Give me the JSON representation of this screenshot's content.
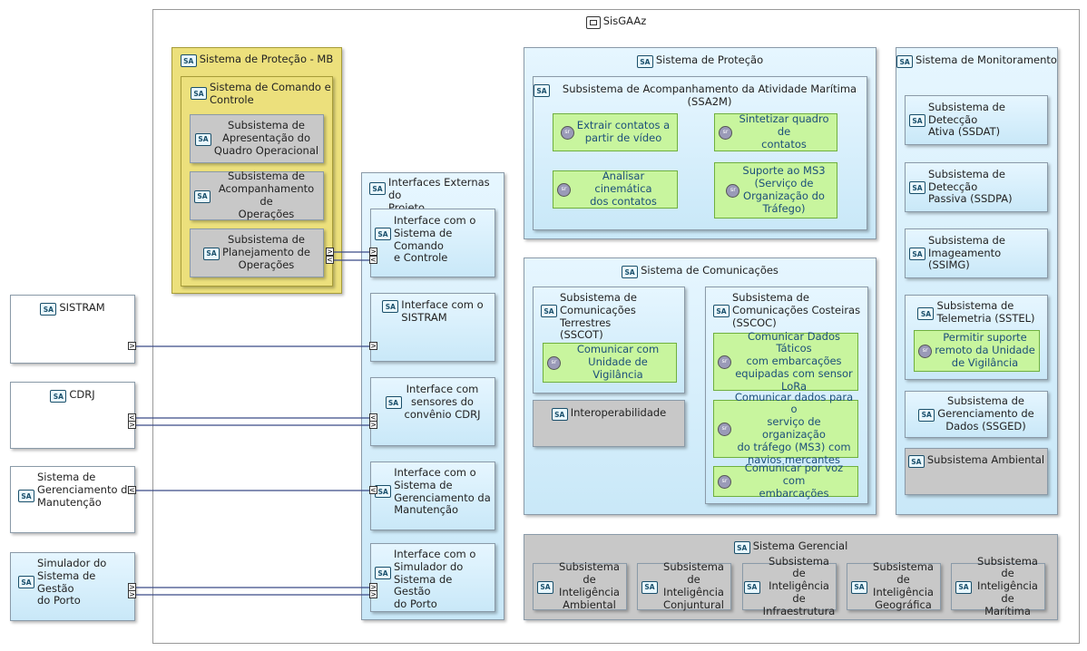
{
  "icons": {
    "subsystem": "SA",
    "function": "sr"
  },
  "root": {
    "title": "SisGAAz"
  },
  "mb": {
    "title": "Sistema de Proteção - MB",
    "comando": {
      "title": "Sistema de Comando e\nControle",
      "items": [
        "Subsistema de\nApresentação do\nQuadro Operacional",
        "Subsistema de\nAcompanhamento de\nOperações",
        "Subsistema de\nPlanejamento de\nOperações"
      ]
    }
  },
  "interfaces": {
    "title": "Interfaces Externas do\nProjeto",
    "items": [
      "Interface com o\nSistema de Comando\ne Controle",
      "Interface com o\nSISTRAM",
      "Interface com\nsensores do\nconvênio CDRJ",
      "Interface com o\nSistema de\nGerenciamento da\nManutenção",
      "Interface com o\nSimulador do\nSistema de Gestão\ndo Porto"
    ]
  },
  "external": [
    "SISTRAM",
    "CDRJ",
    "Sistema de\nGerenciamento da\nManutenção",
    "Simulador do\nSistema de Gestão\ndo Porto"
  ],
  "protecao": {
    "title": "Sistema de Proteção",
    "ssa2m": {
      "title": "Subsistema de Acompanhamento da Atividade Marítima (SSA2M)",
      "functions": [
        "Extrair contatos a\npartir de vídeo",
        "Sintetizar quadro de\ncontatos",
        "Analisar cinemática\ndos contatos",
        "Suporte ao MS3\n(Serviço de\nOrganização do\nTráfego)"
      ]
    }
  },
  "monitoramento": {
    "title": "Sistema de Monitoramento",
    "items": [
      "Subsistema de Detecção\nAtiva (SSDAT)",
      "Subsistema de Detecção\nPassiva (SSDPA)",
      "Subsistema de\nImageamento (SSIMG)",
      "Subsistema de\nTelemetria (SSTEL)",
      "Subsistema de\nGerenciamento de\nDados (SSGED)",
      "Subsistema Ambiental"
    ],
    "telemetria_function": "Permitir suporte\nremoto da Unidade\nde Vigilância"
  },
  "comunicacoes": {
    "title": "Sistema de Comunicações",
    "sscot": {
      "title": "Subsistema de\nComunicações Terrestres\n(SSCOT)",
      "function": "Comunicar com\nUnidade de Vigilância"
    },
    "interoperabilidade": "Interoperabilidade",
    "sscoc": {
      "title": "Subsistema de\nComunicações Costeiras\n(SSCOC)",
      "functions": [
        "Comunicar Dados Táticos\ncom embarcações\nequipadas com sensor\nLoRa",
        "Comunicar dados para o\nserviço de organização\ndo tráfego (MS3) com\nnavios mercantes",
        "Comunicar por voz com\nembarcações"
      ]
    }
  },
  "gerencial": {
    "title": "Sistema Gerencial",
    "items": [
      "Subsistema de\nInteligência\nAmbiental",
      "Subsistema de\nInteligência\nConjuntural",
      "Subsistema de\nInteligência de\nInfraestrutura",
      "Subsistema de\nInteligência\nGeográfica",
      "Subsistema de\nInteligência de\nMarítima"
    ]
  }
}
